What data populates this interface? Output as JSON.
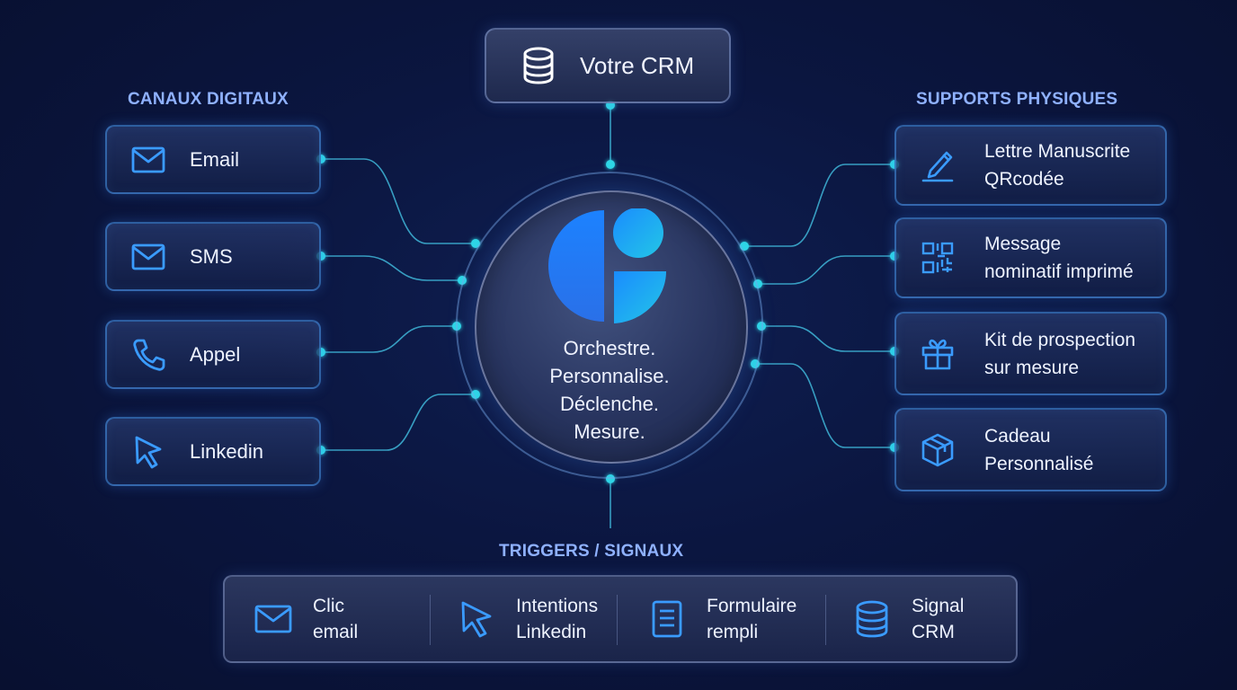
{
  "center": {
    "crm_label": "Votre CRM",
    "hub_lines": [
      "Orchestre.",
      "Personnalise.",
      "Déclenche.",
      "Mesure."
    ]
  },
  "digital": {
    "title": "CANAUX DIGITAUX",
    "items": [
      {
        "label": "Email",
        "icon": "mail-icon"
      },
      {
        "label": "SMS",
        "icon": "mail-icon"
      },
      {
        "label": "Appel",
        "icon": "phone-icon"
      },
      {
        "label": "Linkedin",
        "icon": "cursor-icon"
      }
    ]
  },
  "physical": {
    "title": "SUPPORTS PHYSIQUES",
    "items": [
      {
        "line1": "Lettre Manuscrite",
        "line2": "QRcodée",
        "icon": "pen-icon"
      },
      {
        "line1": "Message",
        "line2": "nominatif imprimé",
        "icon": "qrcode-icon"
      },
      {
        "line1": "Kit de prospection",
        "line2": "sur mesure",
        "icon": "gift-icon"
      },
      {
        "line1": "Cadeau",
        "line2": "Personnalisé",
        "icon": "box-icon"
      }
    ]
  },
  "triggers": {
    "title": "TRIGGERS / SIGNAUX",
    "items": [
      {
        "line1": "Clic",
        "line2": "email",
        "icon": "mail-icon"
      },
      {
        "line1": "Intentions",
        "line2": "Linkedin",
        "icon": "cursor-icon"
      },
      {
        "line1": "Formulaire",
        "line2": "rempli",
        "icon": "document-icon"
      },
      {
        "line1": "Signal",
        "line2": "CRM",
        "icon": "database-icon"
      }
    ]
  },
  "colors": {
    "accent_cyan": "#2fd6e6",
    "icon_blue": "#3a9bff",
    "title_blue": "#8fb1ff",
    "background": "#0b1640"
  }
}
